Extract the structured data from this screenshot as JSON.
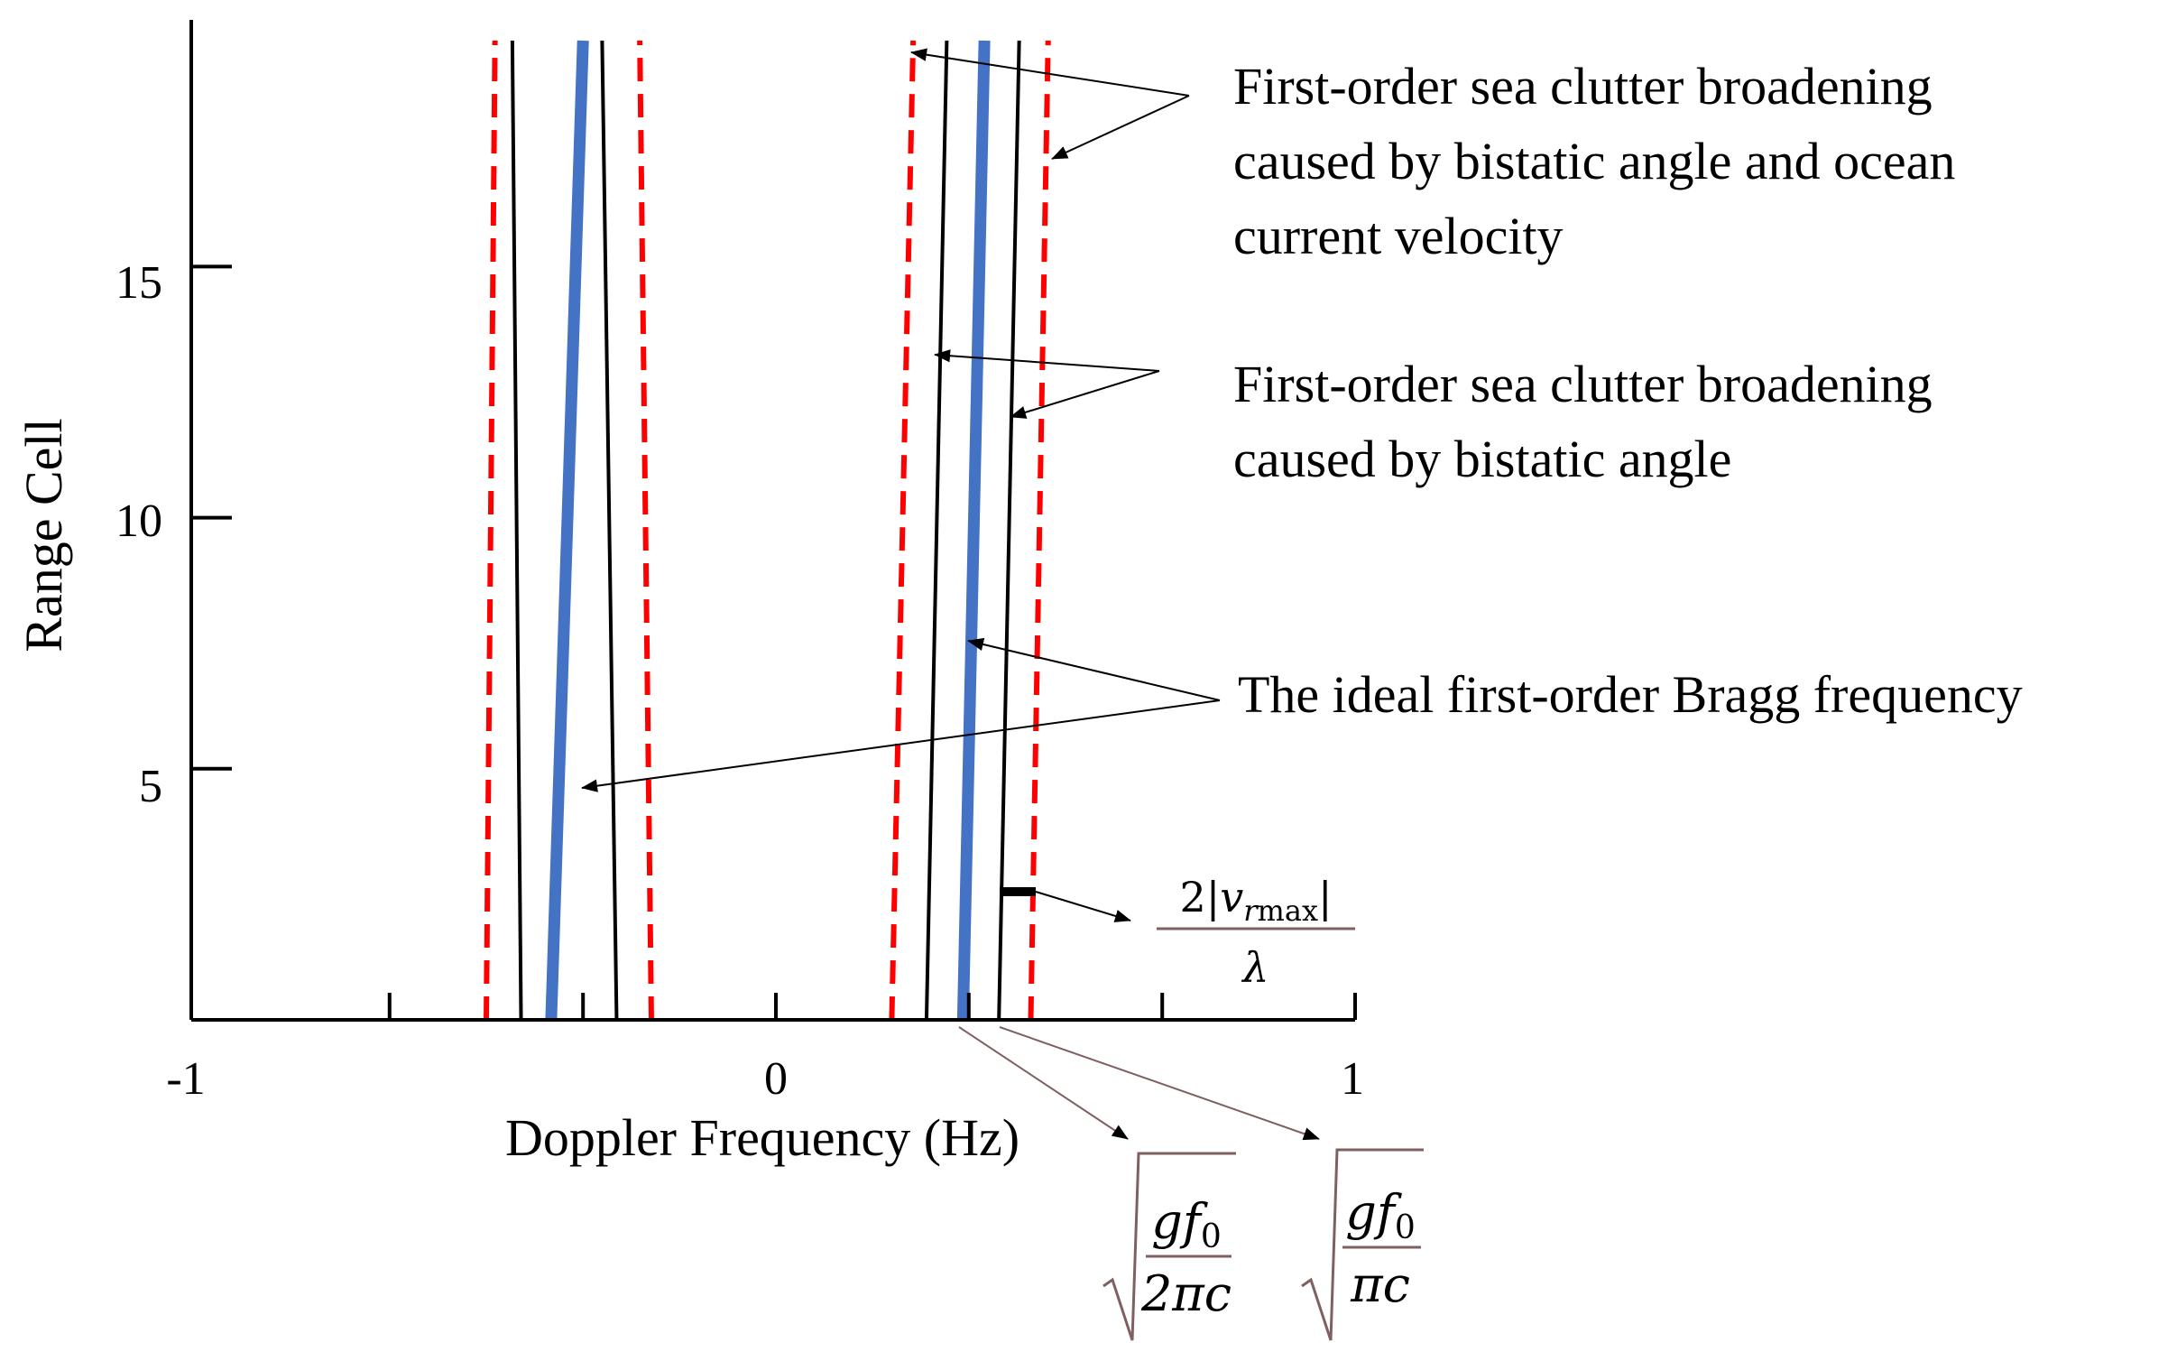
{
  "chart_data": {
    "type": "line",
    "title": "",
    "xlabel": "Doppler Frequency (Hz)",
    "ylabel": "Range Cell",
    "xlim": [
      -1,
      1
    ],
    "ylim": [
      0,
      19.5
    ],
    "x_ticks": [
      -1,
      0,
      1
    ],
    "x_tick_labels": [
      "-1",
      "0",
      "1"
    ],
    "x_minor_ticks": [
      -0.667,
      -0.333,
      0.333,
      0.667
    ],
    "y_ticks": [
      5,
      10,
      15
    ],
    "y_tick_labels": [
      "5",
      "10",
      "15"
    ],
    "grid": false,
    "colors": {
      "bragg": "#4472c4",
      "bistatic_bound": "#000000",
      "current_bound": "#ff0000",
      "annotation_text": "#000000",
      "sqrt_sign": "#7f6060"
    },
    "series": [
      {
        "role": "bragg",
        "side": "negative",
        "x": [
          -0.388,
          -0.333
        ],
        "y": [
          0,
          19.5
        ]
      },
      {
        "role": "bistatic_bound",
        "side": "negative",
        "x": [
          -0.44,
          -0.455
        ],
        "y": [
          0,
          19.5
        ]
      },
      {
        "role": "bistatic_bound",
        "side": "negative",
        "x": [
          -0.275,
          -0.3
        ],
        "y": [
          0,
          19.5
        ]
      },
      {
        "role": "current_bound",
        "side": "negative",
        "x": [
          -0.5,
          -0.485
        ],
        "y": [
          0,
          19.5
        ]
      },
      {
        "role": "current_bound",
        "side": "negative",
        "x": [
          -0.215,
          -0.235
        ],
        "y": [
          0,
          19.5
        ]
      },
      {
        "role": "bragg",
        "side": "positive",
        "x": [
          0.323,
          0.36
        ],
        "y": [
          0,
          19.5
        ]
      },
      {
        "role": "bistatic_bound",
        "side": "positive",
        "x": [
          0.26,
          0.295
        ],
        "y": [
          0,
          19.5
        ]
      },
      {
        "role": "bistatic_bound",
        "side": "positive",
        "x": [
          0.385,
          0.42
        ],
        "y": [
          0,
          19.5
        ]
      },
      {
        "role": "current_bound",
        "side": "positive",
        "x": [
          0.2,
          0.237
        ],
        "y": [
          0,
          19.5
        ]
      },
      {
        "role": "current_bound",
        "side": "positive",
        "x": [
          0.44,
          0.47
        ],
        "y": [
          0,
          19.5
        ]
      }
    ],
    "annotations": [
      {
        "id": "current",
        "lines": [
          "First-order sea clutter broadening",
          "caused by bistatic angle and ocean",
          "current velocity"
        ]
      },
      {
        "id": "bistatic",
        "lines": [
          "First-order sea clutter broadening",
          "caused by bistatic angle"
        ]
      },
      {
        "id": "bragg",
        "lines": [
          "The ideal first-order Bragg frequency"
        ]
      }
    ],
    "formulas": {
      "vr_max": {
        "numerator": [
          "2|",
          "v",
          "r",
          "max",
          "|"
        ],
        "denominator": "λ"
      },
      "sqrt_2pi": {
        "numerator": [
          "g",
          "f",
          "0"
        ],
        "denominator": "2πc"
      },
      "sqrt_pi": {
        "numerator": [
          "g",
          "f",
          "0"
        ],
        "denominator": "πc"
      }
    }
  }
}
